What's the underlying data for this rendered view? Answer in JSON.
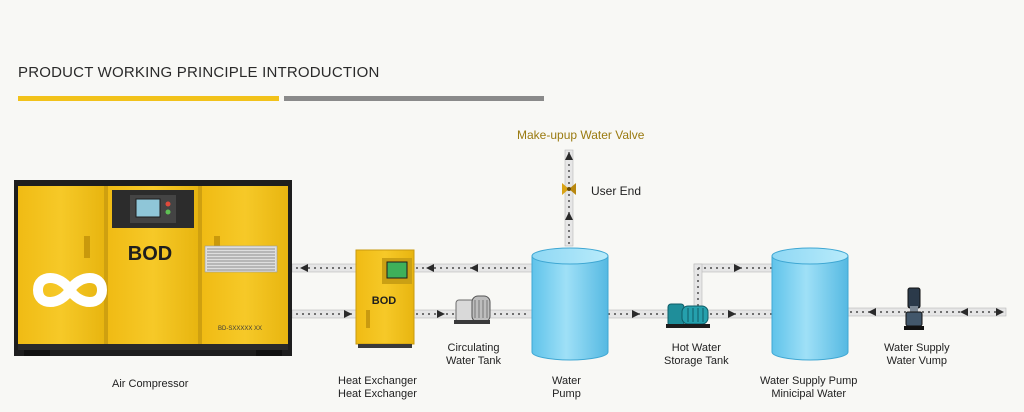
{
  "header": {
    "title": "PRODUCT WORKING PRINCIPLE INTRODUCTION"
  },
  "colors": {
    "accent_yellow": "#f2c21a",
    "accent_gray": "#8a8a8a",
    "machine_yellow": "#f3c21d",
    "tank_blue": "#7fd3f2",
    "valve_text": "#9a7a10"
  },
  "brand": {
    "logo_text": "BOD",
    "serial_text": "BD-SXXXXX XX"
  },
  "labels": {
    "make_up_valve": "Make-upup Water Valve",
    "user_end": "User End",
    "air_compressor": "Air Compressor",
    "heat_exchanger_line1": "Heat Exchanger",
    "heat_exchanger_line2": "Heat Exchanger",
    "circulating_line1": "Circulating",
    "circulating_line2": "Water Tank",
    "water_line1": "Water",
    "water_line2": "Pump",
    "hot_water_line1": "Hot Water",
    "hot_water_line2": "Storage Tank",
    "supply_pump_line1": "Water Supply Pump",
    "supply_pump_line2": "Minicipal Water",
    "water_supply_line1": "Water Supply",
    "water_supply_line2": "Water Vump"
  }
}
